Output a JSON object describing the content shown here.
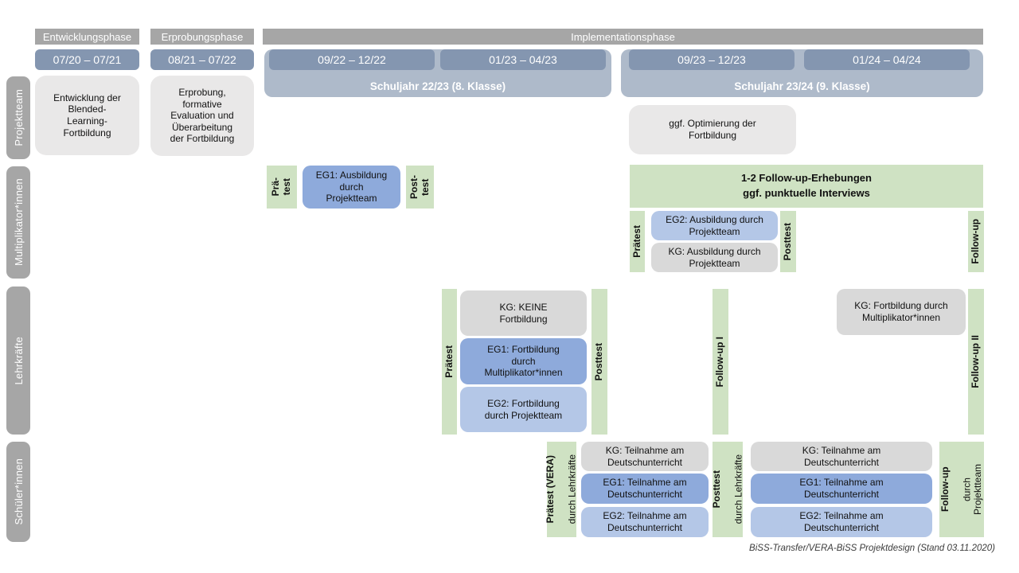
{
  "caption": "BiSS-Transfer/VERA-BiSS Projektdesign (Stand 03.11.2020)",
  "colors": {
    "phase_header_gray": "#a6a6a6",
    "row_label_gray": "#a6a6a6",
    "period_bar_slate": "#8496b0",
    "schuljahr_band_blue": "#aebaca",
    "box_light_gray": "#e9e8e8",
    "box_kg_gray": "#d9d9d9",
    "box_eg1_blue": "#8eaadb",
    "box_eg2_blue": "#b4c7e7",
    "test_bar_green": "#cfe2c3"
  },
  "row_labels": {
    "projektteam": "Projektteam",
    "multiplikatoren": "Multiplikator*innen",
    "lehrkraefte": "Lehrkräfte",
    "schueler": "Schüler*innen"
  },
  "phases": {
    "entwicklung": "Entwicklungsphase",
    "erprobung": "Erprobungsphase",
    "implementation": "Implementationsphase"
  },
  "periods": {
    "p1": "07/20 – 07/21",
    "p2": "08/21 – 07/22",
    "p3": "09/22 – 12/22",
    "p4": "01/23 – 04/23",
    "p5": "09/23 – 12/23",
    "p6": "01/24 – 04/24"
  },
  "schuljahre": {
    "sj1": "Schuljahr 22/23 (8. Klasse)",
    "sj2": "Schuljahr 23/24 (9. Klasse)"
  },
  "projektteam": {
    "entwicklung": "Entwicklung der\nBlended-\nLearning-\nFortbildung",
    "erprobung": "Erprobung,\nformative\nEvaluation und\nÜberarbeitung\nder Fortbildung",
    "optimierung": "ggf. Optimierung der\nFortbildung"
  },
  "multiplikatoren": {
    "praetest_sem1": "Prä-\ntest",
    "eg1": "EG1: Ausbildung\ndurch\nProjektteam",
    "posttest_sem1": "Post-\ntest",
    "followup_band": "1-2 Follow-up-Erhebungen\nggf. punktuelle Interviews",
    "praetest": "Prätest",
    "eg2": "EG2: Ausbildung durch\nProjektteam",
    "kg": "KG: Ausbildung durch\nProjektteam",
    "posttest": "Posttest",
    "followup": "Follow-up"
  },
  "lehrkraefte": {
    "praetest": "Prätest",
    "kg": "KG: KEINE\nFortbildung",
    "eg1": "EG1: Fortbildung\ndurch\nMultiplikator*innen",
    "eg2": "EG2: Fortbildung\ndurch Projektteam",
    "posttest": "Posttest",
    "followup1": "Follow-up I",
    "kg2": "KG: Fortbildung durch\nMultiplikator*innen",
    "followup2": "Follow-up II"
  },
  "schueler": {
    "praetest_main": "Prätest (VERA)",
    "praetest_sub": "durch Lehrkräfte",
    "kg1": "KG: Teilnahme am\nDeutschunterricht",
    "eg1_1": "EG1: Teilnahme am\nDeutschunterricht",
    "eg2_1": "EG2: Teilnahme am\nDeutschunterricht",
    "posttest_main": "Posttest",
    "posttest_sub": "durch Lehrkräfte",
    "kg2": "KG: Teilnahme am\nDeutschunterricht",
    "eg1_2": "EG1: Teilnahme am\nDeutschunterricht",
    "eg2_2": "EG2: Teilnahme am\nDeutschunterricht",
    "followup_main": "Follow-up",
    "followup_sub": "durch\nProjektteam"
  }
}
